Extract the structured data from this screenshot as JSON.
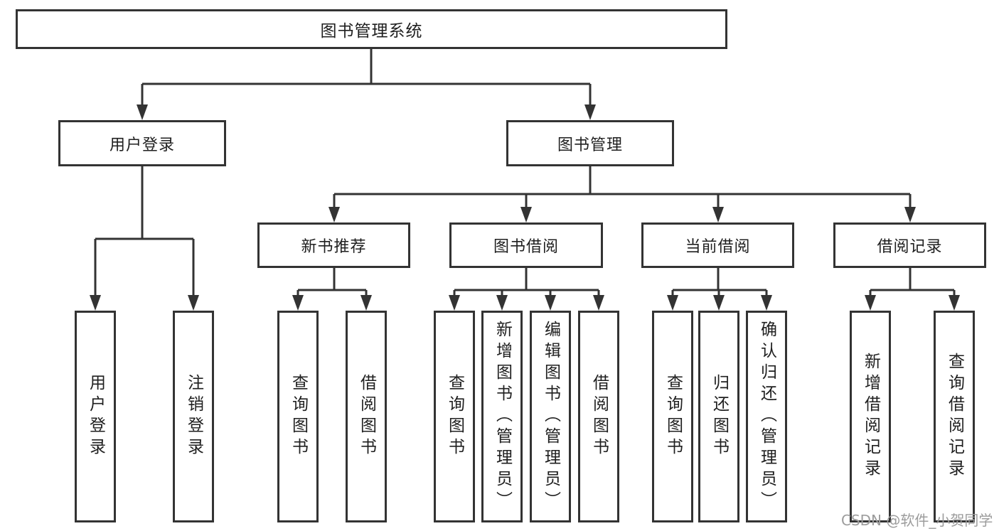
{
  "colors": {
    "line": "#333333",
    "text": "#1f1f1f",
    "watermark": "#9c9c9c",
    "background": "#ffffff"
  },
  "tree": {
    "root": {
      "label": "图书管理系统"
    },
    "level2": {
      "user_login": {
        "label": "用户登录"
      },
      "book_management": {
        "label": "图书管理"
      }
    },
    "level3": {
      "new_book_recommend": {
        "label": "新书推荐"
      },
      "book_borrow": {
        "label": "图书借阅"
      },
      "current_borrow": {
        "label": "当前借阅"
      },
      "borrow_records": {
        "label": "借阅记录"
      }
    },
    "leaves": {
      "user_login": {
        "label": "用户登录"
      },
      "logout": {
        "label": "注销登录"
      },
      "query_books_recommend": {
        "label": "查询图书"
      },
      "borrow_books_recommend": {
        "label": "借阅图书"
      },
      "query_books_borrow": {
        "label": "查询图书"
      },
      "add_books_admin": {
        "label": "新增图书（管理员）"
      },
      "edit_books_admin": {
        "label": "编辑图书（管理员）"
      },
      "borrow_books_borrow": {
        "label": "借阅图书"
      },
      "query_books_current": {
        "label": "查询图书"
      },
      "return_books": {
        "label": "归还图书"
      },
      "confirm_return_admin": {
        "label": "确认归还（管理员）"
      },
      "add_borrow_record": {
        "label": "新增借阅记录"
      },
      "query_borrow_record": {
        "label": "查询借阅记录"
      }
    }
  },
  "watermark": {
    "text": "CSDN @软件_小贺同学"
  }
}
